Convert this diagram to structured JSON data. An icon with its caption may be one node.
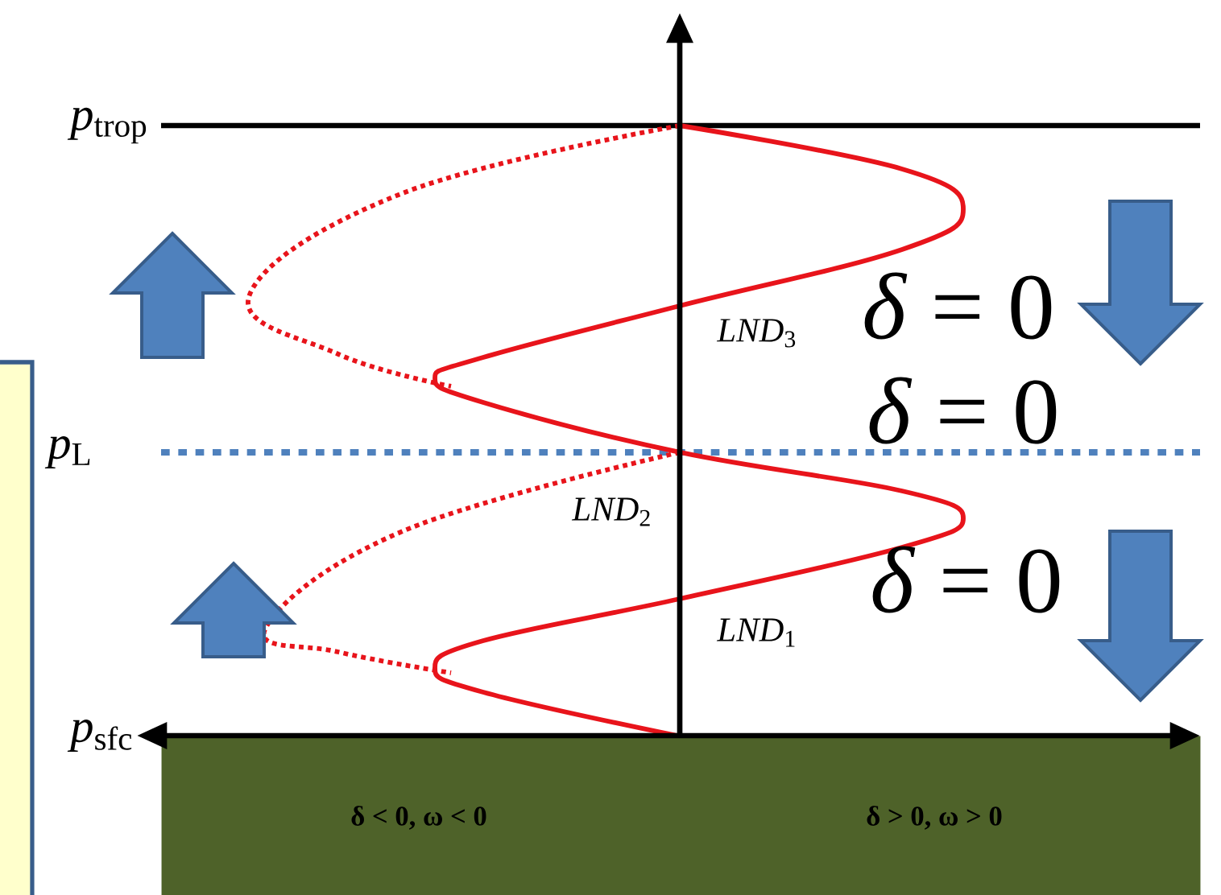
{
  "diagram": {
    "nodes": [
      {
        "text": [
          "δ < 0, ω < 0",
          "δ > 0, ω > 0"
        ]
      }
    ],
    "labels": [
      "*p*$_{trop}$",
      "*δ* = 0",
      "*LND*$_{3}$",
      "*δ* = 0",
      "*p*$_{L}$",
      "*LND*$_{2}$",
      "*δ* = 0",
      "*LND*$_{1}$",
      "*p*$_{sfc}$"
    ]
  }
}
